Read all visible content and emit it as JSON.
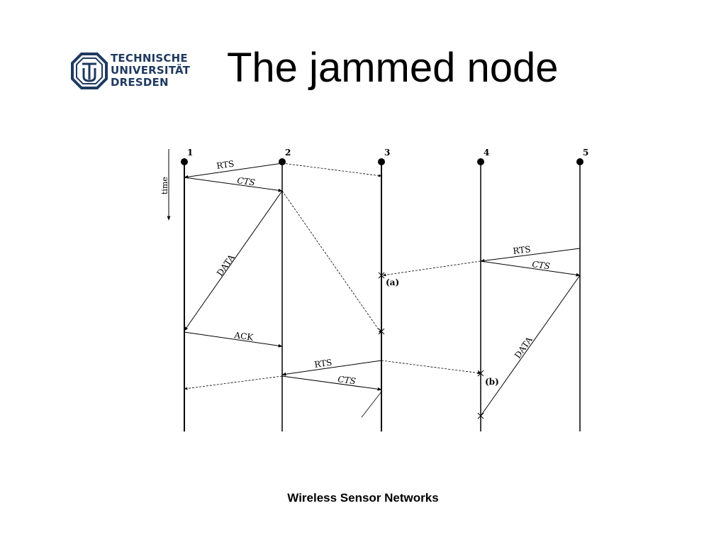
{
  "logo": {
    "icon": "tu-dresden-logo-icon",
    "lines": [
      "TECHNISCHE",
      "UNIVERSITÄT",
      "DRESDEN"
    ]
  },
  "title": "The jammed node",
  "footer": "Wireless Sensor Networks",
  "diagram": {
    "time_label": "time",
    "nodes": [
      "1",
      "2",
      "3",
      "4",
      "5"
    ],
    "messages": {
      "rts_1": "RTS",
      "cts_1": "CTS",
      "data_1": "DATA",
      "ack_1": "ACK",
      "rts_5": "RTS",
      "cts_5": "CTS",
      "data_5": "DATA",
      "rts_3": "RTS",
      "cts_3": "CTS"
    },
    "annotations": {
      "a": "(a)",
      "b": "(b)"
    }
  }
}
